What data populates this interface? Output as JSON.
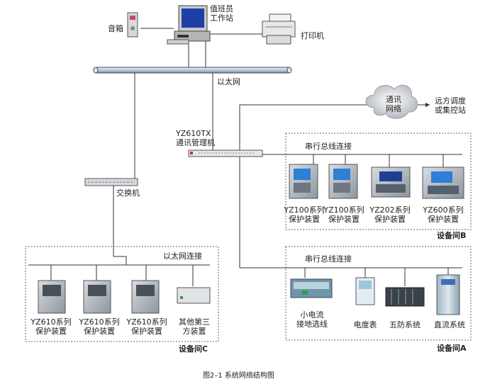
{
  "workstation": {
    "line1": "值班员",
    "line2": "工作站"
  },
  "speaker": "音箱",
  "printer": "打印机",
  "ethernet": "以太网",
  "cloud": {
    "line1": "通讯",
    "line2": "网络"
  },
  "remote": {
    "line1": "远方调度",
    "line2": "或集控站"
  },
  "comm_manager": {
    "model": "YZ610TX",
    "name": "通讯管理机"
  },
  "switch": "交换机",
  "room_b": {
    "bus_label": "串行总线连接",
    "title": "设备间B",
    "devices": [
      {
        "l1": "YZ100系列",
        "l2": "保护装置"
      },
      {
        "l1": "YZ100系列",
        "l2": "保护装置"
      },
      {
        "l1": "YZ202系列",
        "l2": "保护装置"
      },
      {
        "l1": "YZ600系列",
        "l2": "保护装置"
      }
    ]
  },
  "room_a": {
    "bus_label": "串行总线连接",
    "title": "设备间A",
    "devices": [
      {
        "l1": "小电流",
        "l2": "接地选线"
      },
      {
        "l1": "电度表",
        "l2": ""
      },
      {
        "l1": "五防系统",
        "l2": ""
      },
      {
        "l1": "直流系统",
        "l2": ""
      }
    ]
  },
  "room_c": {
    "bus_label": "以太网连接",
    "title": "设备间C",
    "devices": [
      {
        "l1": "YZ610系列",
        "l2": "保护装置"
      },
      {
        "l1": "YZ610系列",
        "l2": "保护装置"
      },
      {
        "l1": "YZ610系列",
        "l2": "保护装置"
      },
      {
        "l1": "其他第三",
        "l2": "方装置"
      }
    ]
  },
  "caption": "图2–1   系统网络结构图"
}
